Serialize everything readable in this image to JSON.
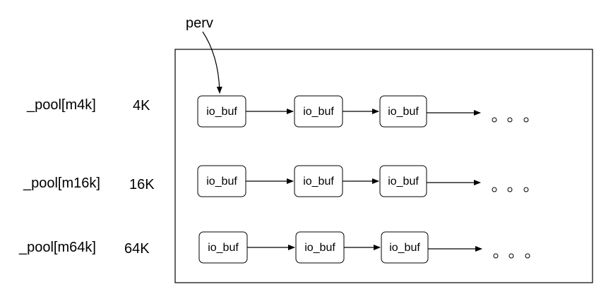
{
  "pointer_label": "perv",
  "node_label": "io_buf",
  "pools": [
    {
      "name": "_pool[m4k]",
      "size": "4K"
    },
    {
      "name": "_pool[m16k]",
      "size": "16K"
    },
    {
      "name": "_pool[m64k]",
      "size": "64K"
    }
  ],
  "colors": {
    "stroke": "#000000",
    "background": "#ffffff"
  }
}
